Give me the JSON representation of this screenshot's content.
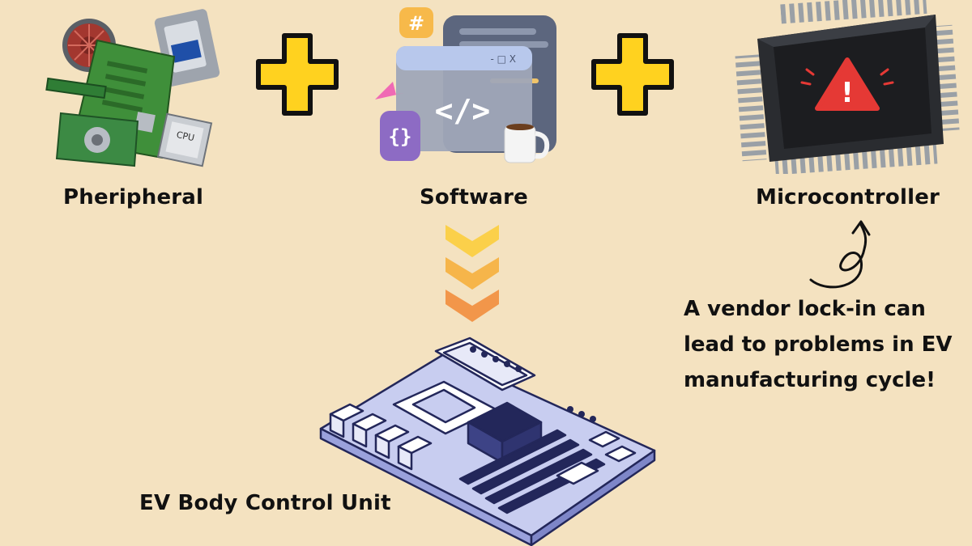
{
  "labels": {
    "peripheral": "Pheripheral",
    "software": "Software",
    "microcontroller": "Microcontroller",
    "bcu": "EV Body Control Unit"
  },
  "note": {
    "line1": "A vendor lock-in can",
    "line2": "lead to problems in EV",
    "line3": "manufacturing cycle!"
  },
  "software_window": {
    "hash_glyph": "#",
    "code_glyph": "</>",
    "braces_glyph": "{}",
    "window_controls": "- □ X"
  },
  "chip_badge": "CPU",
  "warning_glyph": "!",
  "colors": {
    "background": "#f4e2c0",
    "plus_yellow": "#ffd21f",
    "chevron_top": "#fbd04a",
    "chevron_mid": "#f6b54a",
    "chevron_bottom": "#f2964a",
    "warning_red": "#e53935",
    "board_outline": "#23275a",
    "board_fill": "#c8cdf0"
  },
  "icons": [
    "hardware-collage-icon",
    "plus-icon",
    "software-window-icon",
    "microcontroller-chip-icon",
    "warning-icon",
    "curved-arrow-icon",
    "chevron-down-icon",
    "motherboard-icon"
  ]
}
